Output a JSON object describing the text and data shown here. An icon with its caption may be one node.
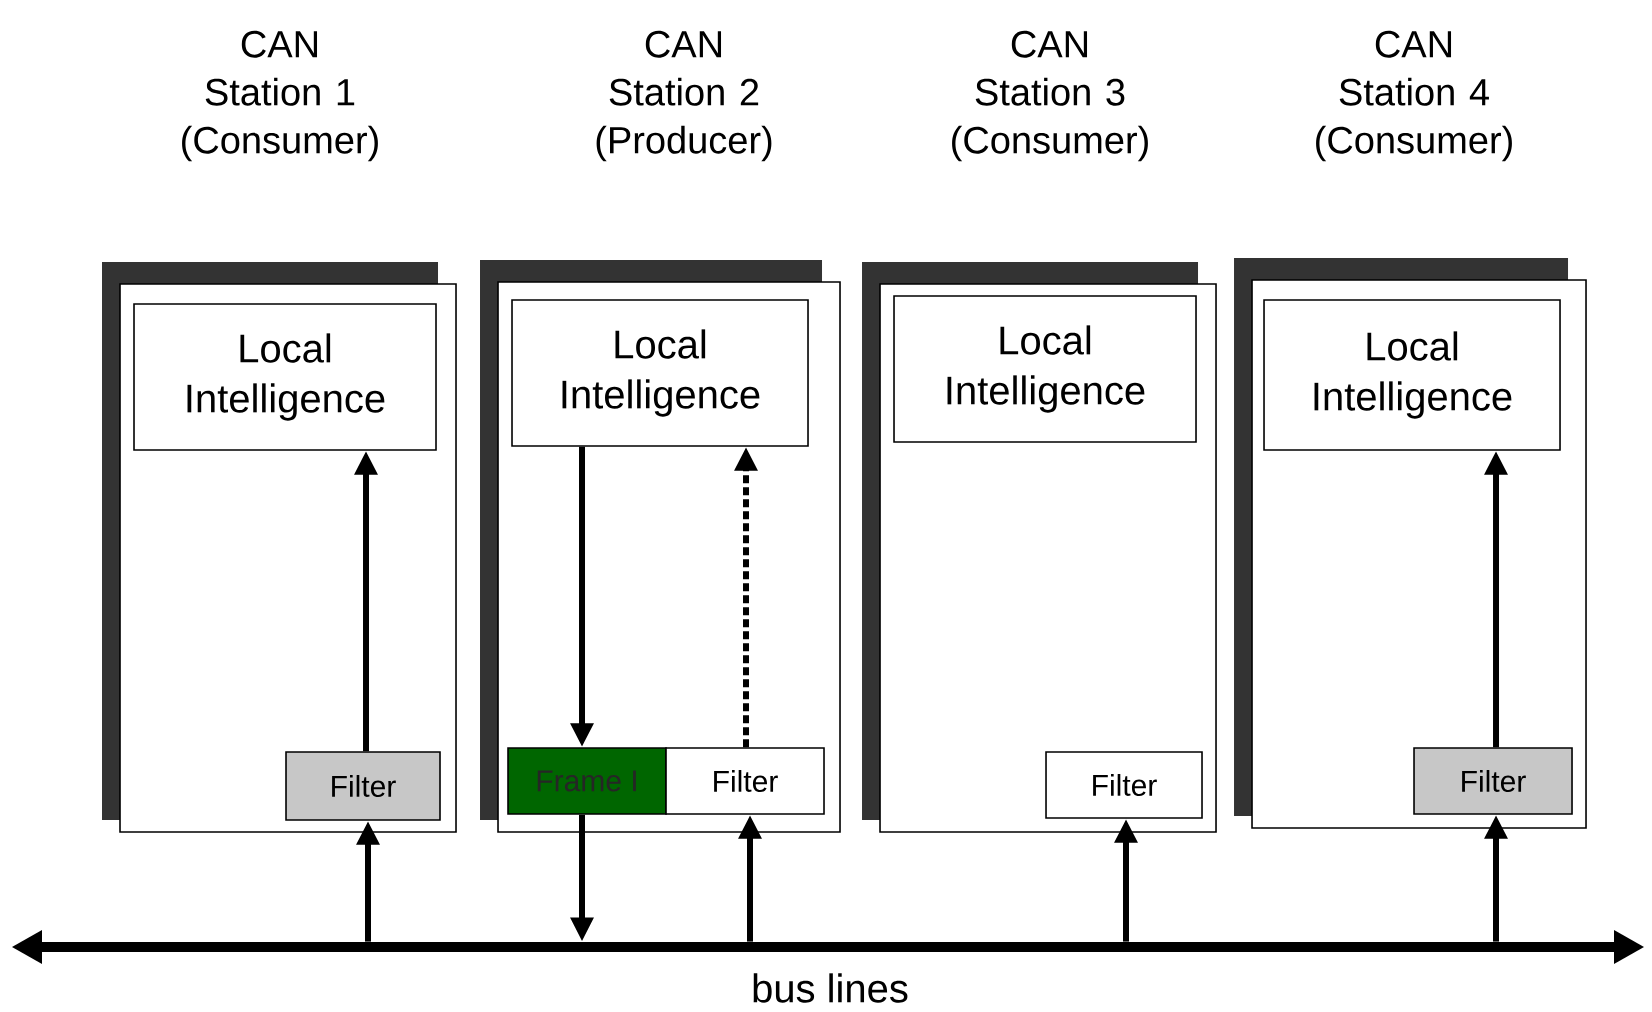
{
  "diagram": {
    "nodes": [
      {
        "text": [
          "CAN Station 1 (Consumer)"
        ]
      },
      {
        "text": [
          "Local Intelligence"
        ],
        "in": 0
      },
      {
        "text": [
          "Filter"
        ],
        "in": 0
      },
      {
        "text": [
          "CAN Station 2 (Producer)"
        ]
      },
      {
        "text": [
          "Local Intelligence"
        ],
        "in": 3
      },
      {
        "text": [
          "Frame I"
        ],
        "in": 3
      },
      {
        "text": [
          "Filter"
        ],
        "in": 3
      },
      {
        "text": [
          "CAN Station 3 (Consumer)"
        ]
      },
      {
        "text": [
          "Local Intelligence"
        ],
        "in": 7
      },
      {
        "text": [
          "Filter"
        ],
        "in": 7
      },
      {
        "text": [
          "CAN Station 4 (Consumer)"
        ]
      },
      {
        "text": [
          "Local Intelligence"
        ],
        "in": 10
      },
      {
        "text": [
          "Filter"
        ],
        "in": 10
      },
      {
        "text": [],
        "shape": "bar",
        "beside": [
          "bus lines"
        ]
      }
    ],
    "edges": [
      {
        "from": 13,
        "to": 2,
        "arrow": "to"
      },
      {
        "from": 2,
        "to": 1,
        "arrow": "to"
      },
      {
        "from": 4,
        "to": 5,
        "arrow": "to"
      },
      {
        "from": 5,
        "to": 13,
        "arrow": "to"
      },
      {
        "from": 13,
        "to": 6,
        "arrow": "to"
      },
      {
        "from": 6,
        "to": 4,
        "arrow": "to",
        "style": "dashed"
      },
      {
        "from": 13,
        "to": 9,
        "arrow": "to"
      },
      {
        "from": 13,
        "to": 12,
        "arrow": "to"
      },
      {
        "from": 12,
        "to": 11,
        "arrow": "to"
      }
    ]
  }
}
